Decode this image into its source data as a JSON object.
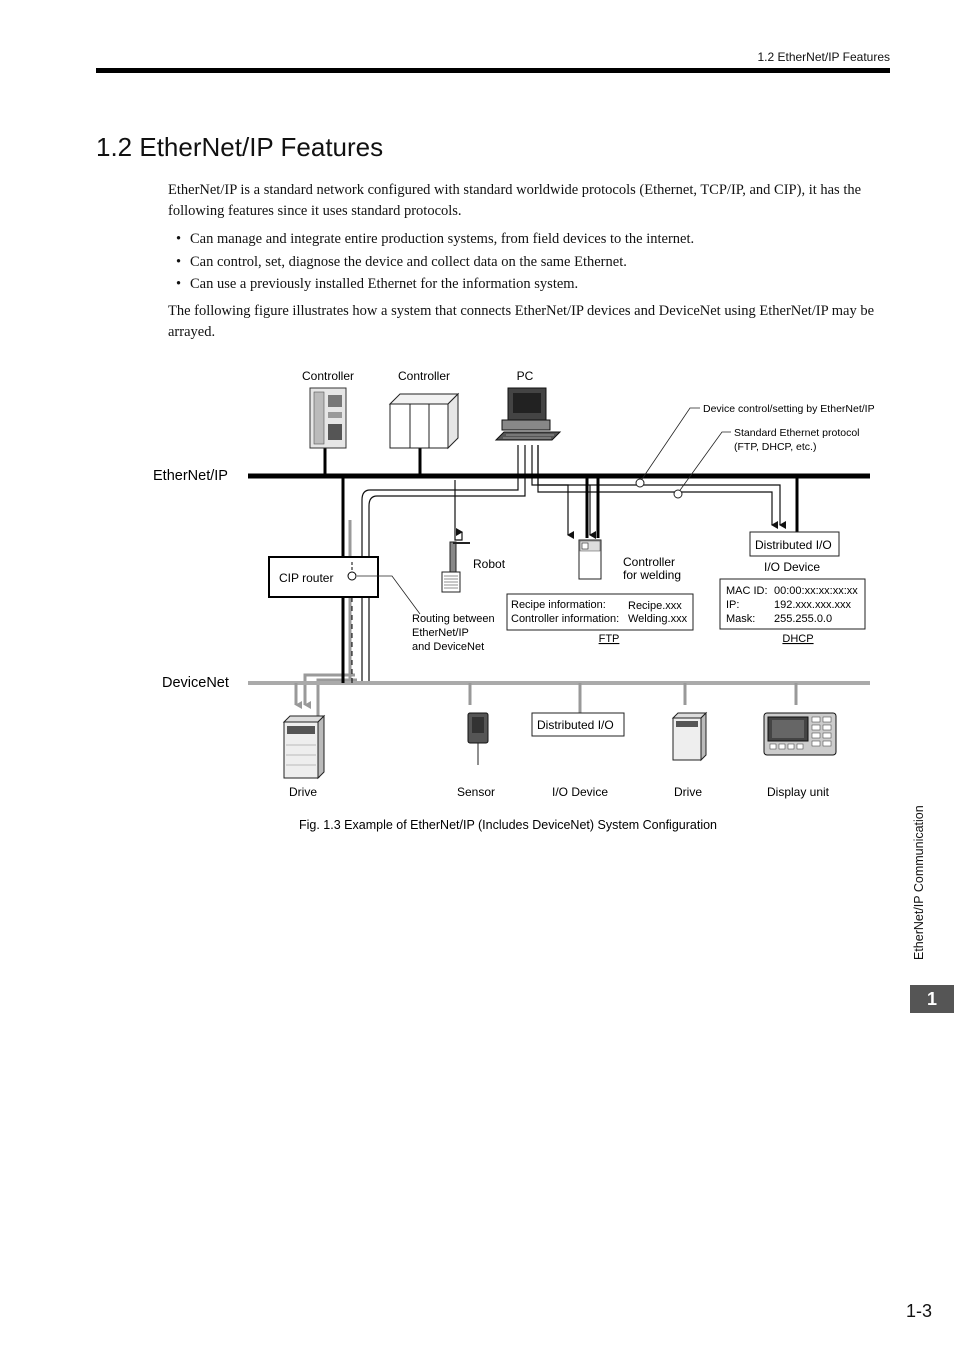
{
  "header": {
    "running_title": "1.2  EtherNet/IP Features"
  },
  "section": {
    "title": "1.2  EtherNet/IP Features"
  },
  "body": {
    "intro": "EtherNet/IP is a standard network configured with standard worldwide protocols (Ethernet, TCP/IP, and CIP), it has the following features since it uses standard protocols.",
    "bullets": [
      "Can manage and integrate entire production systems, from field devices to the internet.",
      "Can control, set, diagnose the device and collect data on the same Ethernet.",
      "Can use a previously installed Ethernet for the information system."
    ],
    "figure_intro": "The following figure illustrates how a system that connects EtherNet/IP devices and DeviceNet using EtherNet/IP may be arrayed."
  },
  "figure": {
    "top_labels": {
      "controller1": "Controller",
      "controller2": "Controller",
      "pc": "PC"
    },
    "network_ethernet": "EtherNet/IP",
    "network_devicenet": "DeviceNet",
    "callout_device_control": "Device control/setting by EtherNet/IP",
    "callout_standard_protocol_1": "Standard Ethernet protocol",
    "callout_standard_protocol_2": "(FTP, DHCP, etc.)",
    "cip_router": "CIP router",
    "routing_1": "Routing between",
    "routing_2": "EtherNet/IP",
    "routing_3": "and DeviceNet",
    "robot": "Robot",
    "controller_welding_1": "Controller",
    "controller_welding_2": "for welding",
    "ftp_box": {
      "recipe_label": "Recipe information:",
      "recipe_value": "Recipe.xxx",
      "controller_label": "Controller information:",
      "controller_value": "Welding.xxx",
      "caption": "FTP"
    },
    "distributed_io_top": "Distributed I/O",
    "io_device_top": "I/O Device",
    "dhcp_box": {
      "mac_label": "MAC ID:",
      "mac_value": "00:00:xx:xx:xx:xx",
      "ip_label": "IP:",
      "ip_value": "192.xxx.xxx.xxx",
      "mask_label": "Mask:",
      "mask_value": "255.255.0.0",
      "caption": "DHCP"
    },
    "distributed_io_bottom": "Distributed I/O",
    "bottom_labels": {
      "drive1": "Drive",
      "sensor": "Sensor",
      "io_device": "I/O Device",
      "drive2": "Drive",
      "display_unit": "Display unit"
    },
    "caption": "Fig. 1.3  Example of EtherNet/IP (Includes DeviceNet) System Configuration"
  },
  "side_tab": {
    "chapter_number": "1",
    "chapter_label": "EtherNet/IP Communication"
  },
  "footer": {
    "page_number": "1-3"
  }
}
